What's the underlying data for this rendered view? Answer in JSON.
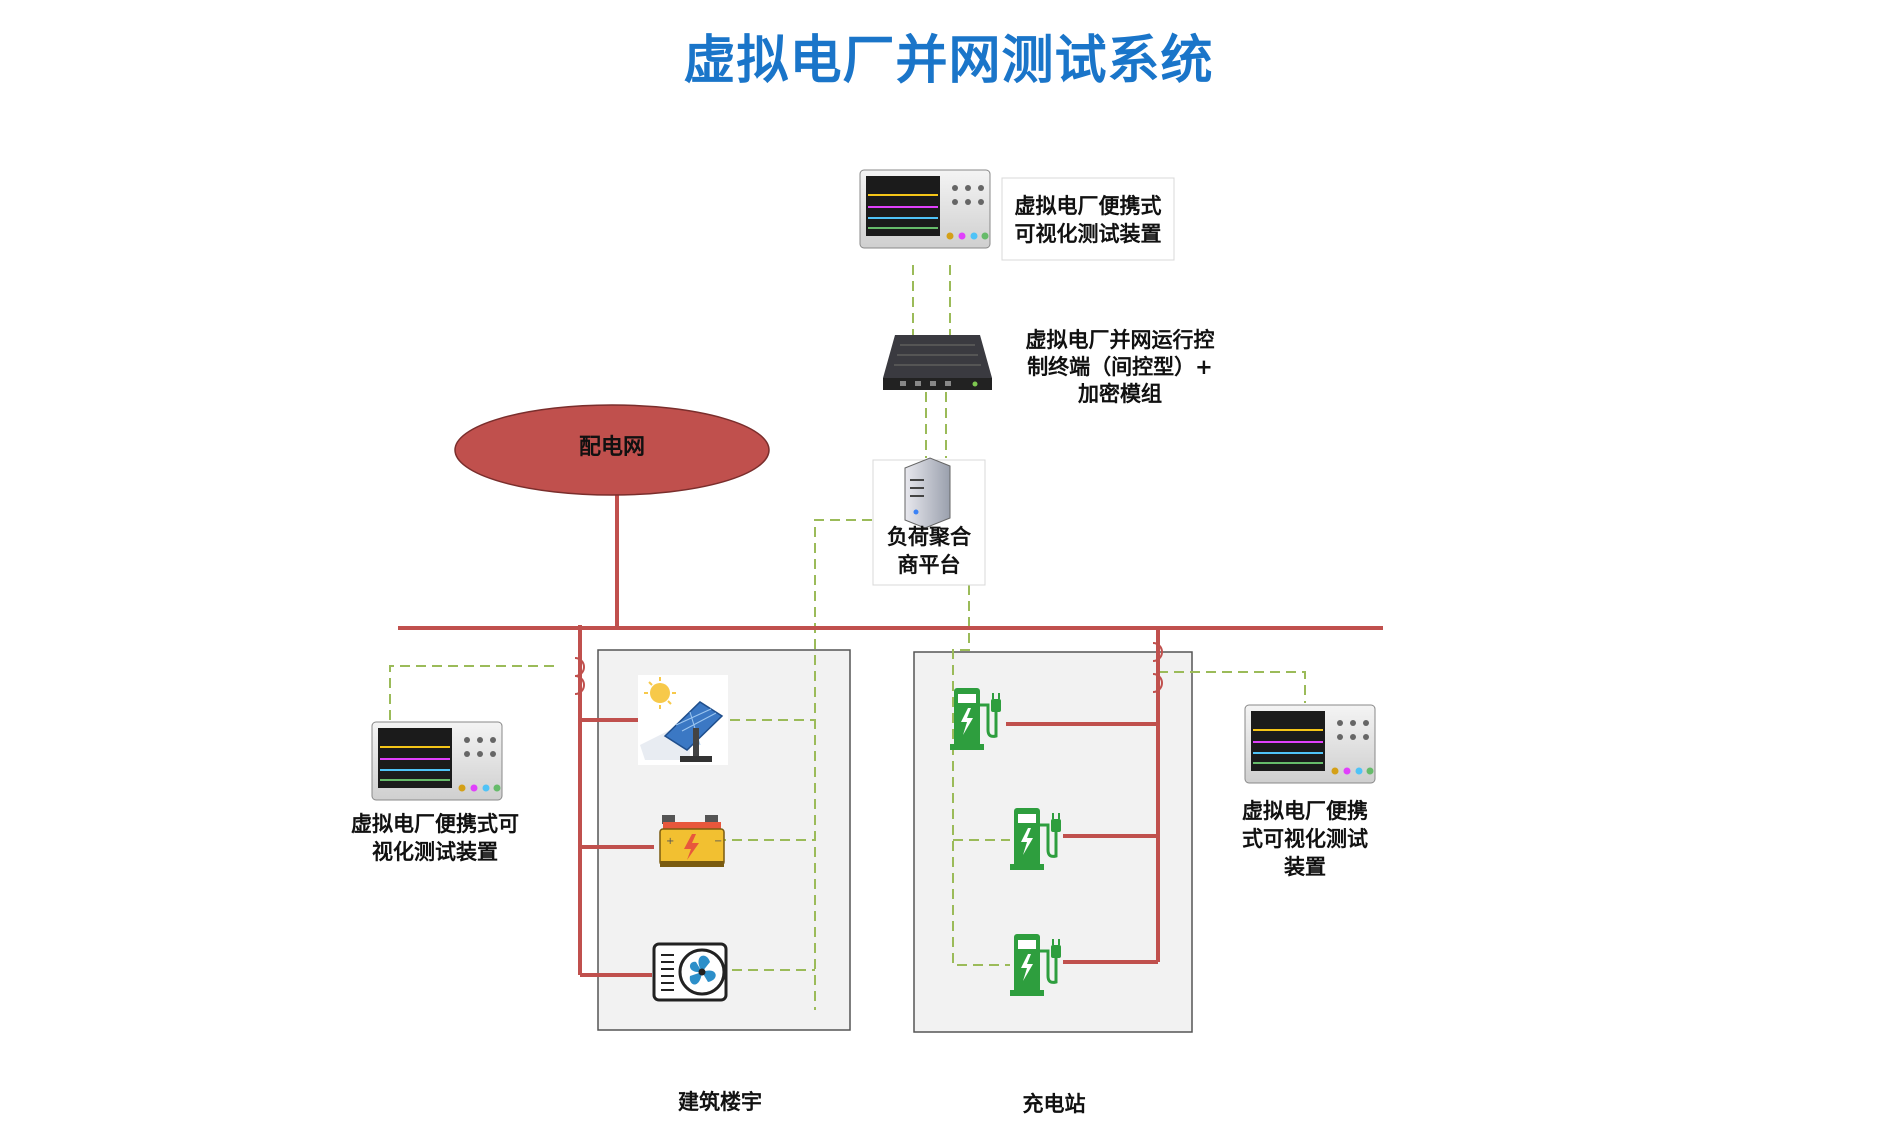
{
  "title": "虚拟电厂并网测试系统",
  "grid": {
    "label": "配电网"
  },
  "top_device": {
    "line1": "虚拟电厂便携式",
    "line2": "可视化测试装置"
  },
  "control_terminal": {
    "line1": "虚拟电厂并网运行控",
    "line2": "制终端（间控型）+",
    "line3": "加密模组"
  },
  "aggregator": {
    "line1": "负荷聚合",
    "line2": "商平台"
  },
  "left_device": {
    "line1": "虚拟电厂便携式可",
    "line2": "视化测试装置"
  },
  "right_device": {
    "line1": "虚拟电厂便携",
    "line2": "式可视化测试",
    "line3": "装置"
  },
  "building": {
    "label": "建筑楼宇",
    "items": [
      "solar-panel",
      "battery",
      "hvac-fan"
    ]
  },
  "charging_station": {
    "label": "充电站",
    "items": [
      "charger-1",
      "charger-2",
      "charger-3"
    ]
  },
  "colors": {
    "title": "#1a75c9",
    "power_line": "#c0504d",
    "comm_line": "#9bbb59",
    "panel": "#f2f2f2",
    "grid_fill": "#c0504d",
    "charger": "#2e9e3e"
  }
}
